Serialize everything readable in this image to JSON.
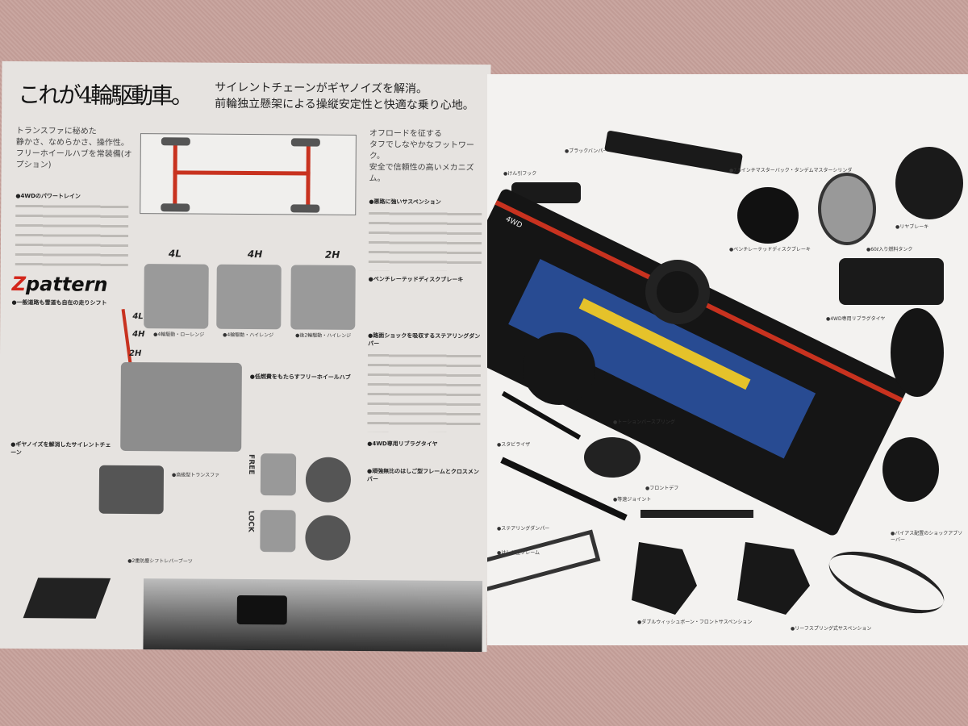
{
  "left_page": {
    "title": "これが4輪駆動車。",
    "subtitle_1": "サイレントチェーンがギヤノイズを解消。",
    "subtitle_2": "前輪独立懸架による操縦安定性と快適な乗り心地。",
    "lead_1": [
      "トランスファに秘めた",
      "静かさ、なめらかさ、操作性。",
      "フリーホイールハブを常装備(オプション)"
    ],
    "head_powertrain": "●4WDのパワートレイン",
    "lead_2": [
      "オフロードを征する",
      "タフでしなやかなフットワーク。",
      "安全で信頼性の高いメカニズム。"
    ],
    "head_suspension": "●悪路に強いサスペンション",
    "head_brake": "●ベンチレーテッドディスクブレーキ",
    "head_damper": "●路面ショックを吸収するステアリングダンパー",
    "head_tire": "●4WD専用リブラグタイヤ",
    "head_frame": "●頑強無比のはしご型フレームとクロスメンバー",
    "zpattern_z": "Z",
    "zpattern_rest": "pattern",
    "head_shift": "●一般道路も雪道も自在の走りシフト",
    "head_chain": "●ギヤノイズを解消したサイレントチェーン",
    "head_freewheel": "●低燃費をもたらすフリーホイールハブ",
    "gears": [
      "4L",
      "4H",
      "2H"
    ],
    "pattern_gears": [
      "4L",
      "4H",
      "2H"
    ],
    "mode_labels": [
      "●4輪駆動・ローレンジ",
      "●4輪駆動・ハイレンジ",
      "●後2輪駆動・ハイレンジ"
    ],
    "transfer_label": "●高級型トランスファ",
    "boot_label": "●2重防塵シフトレバーブーツ",
    "hub_labels": [
      "FREE",
      "LOCK"
    ]
  },
  "right_page": {
    "parts": [
      "●ブラックバンパー",
      "●けん引フック",
      "●7.5インチマスターバック・タンデムマスターシリンダ",
      "●ベンチレーテッドディスクブレーキ",
      "●リヤブレーキ",
      "●60ℓ入り燃料タンク",
      "●4WD専用リブラグタイヤ",
      "●スタビライザ",
      "●トーションバースプリング",
      "●フロントデフ",
      "●等速ジョイント",
      "●ステアリングダンパー",
      "●はしご型フレーム",
      "●ダブルウィッシュボーン・フロントサスペンション",
      "●リーフスプリング式サスペンション",
      "●バイアス配置のショックアブソーバー"
    ],
    "truck_badge": "4WD"
  }
}
